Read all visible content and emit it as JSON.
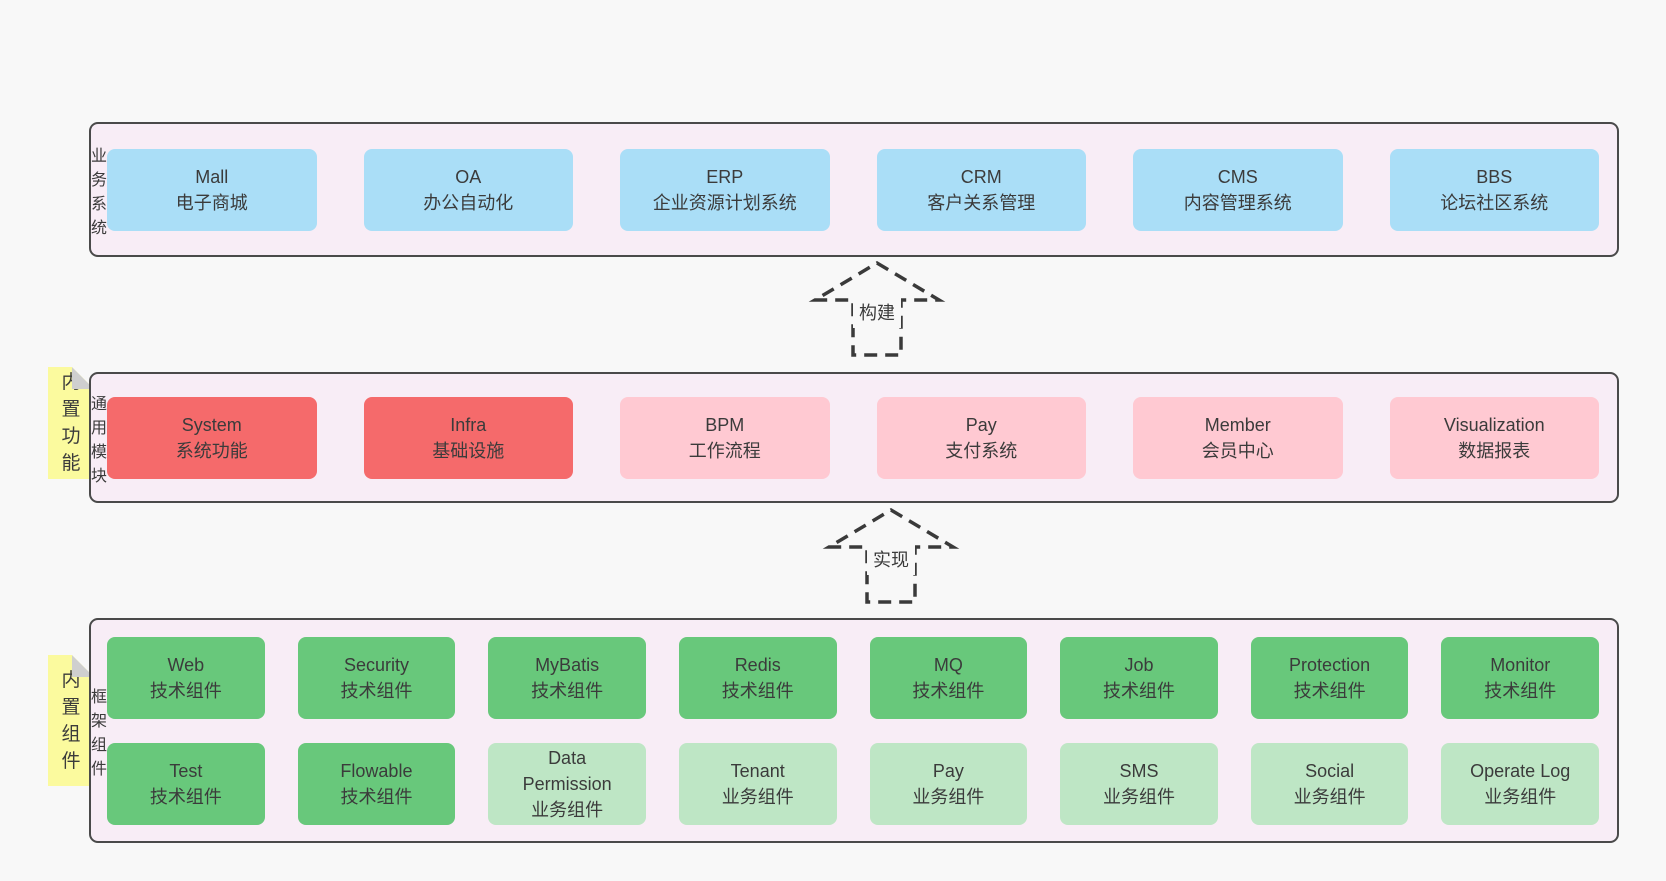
{
  "diagram": {
    "layers": [
      {
        "id": "business-systems",
        "label": "业务系统",
        "sticky": null,
        "gap": "wide",
        "rows": [
          [
            {
              "en": "Mall",
              "zh": "电子商城",
              "variant": "blue"
            },
            {
              "en": "OA",
              "zh": "办公自动化",
              "variant": "blue"
            },
            {
              "en": "ERP",
              "zh": "企业资源计划系统",
              "variant": "blue"
            },
            {
              "en": "CRM",
              "zh": "客户关系管理",
              "variant": "blue"
            },
            {
              "en": "CMS",
              "zh": "内容管理系统",
              "variant": "blue"
            },
            {
              "en": "BBS",
              "zh": "论坛社区系统",
              "variant": "blue"
            }
          ]
        ]
      },
      {
        "id": "common-modules",
        "label": "通用模块",
        "sticky": "内置功能",
        "gap": "wide",
        "rows": [
          [
            {
              "en": "System",
              "zh": "系统功能",
              "variant": "red"
            },
            {
              "en": "Infra",
              "zh": "基础设施",
              "variant": "red"
            },
            {
              "en": "BPM",
              "zh": "工作流程",
              "variant": "pink"
            },
            {
              "en": "Pay",
              "zh": "支付系统",
              "variant": "pink"
            },
            {
              "en": "Member",
              "zh": "会员中心",
              "variant": "pink"
            },
            {
              "en": "Visualization",
              "zh": "数据报表",
              "variant": "pink"
            }
          ]
        ]
      },
      {
        "id": "framework-components",
        "label": "框架组件",
        "sticky": "内置组件",
        "gap": "narrow",
        "rows": [
          [
            {
              "en": "Web",
              "zh": "技术组件",
              "variant": "green"
            },
            {
              "en": "Security",
              "zh": "技术组件",
              "variant": "green"
            },
            {
              "en": "MyBatis",
              "zh": "技术组件",
              "variant": "green"
            },
            {
              "en": "Redis",
              "zh": "技术组件",
              "variant": "green"
            },
            {
              "en": "MQ",
              "zh": "技术组件",
              "variant": "green"
            },
            {
              "en": "Job",
              "zh": "技术组件",
              "variant": "green"
            },
            {
              "en": "Protection",
              "zh": "技术组件",
              "variant": "green"
            },
            {
              "en": "Monitor",
              "zh": "技术组件",
              "variant": "green"
            }
          ],
          [
            {
              "en": "Test",
              "zh": "技术组件",
              "variant": "green"
            },
            {
              "en": "Flowable",
              "zh": "技术组件",
              "variant": "green"
            },
            {
              "en": "Data Permission",
              "zh": "业务组件",
              "variant": "lightgreen"
            },
            {
              "en": "Tenant",
              "zh": "业务组件",
              "variant": "lightgreen"
            },
            {
              "en": "Pay",
              "zh": "业务组件",
              "variant": "lightgreen"
            },
            {
              "en": "SMS",
              "zh": "业务组件",
              "variant": "lightgreen"
            },
            {
              "en": "Social",
              "zh": "业务组件",
              "variant": "lightgreen"
            },
            {
              "en": "Operate Log",
              "zh": "业务组件",
              "variant": "lightgreen"
            }
          ]
        ]
      }
    ],
    "arrows": [
      {
        "label": "构建"
      },
      {
        "label": "实现"
      }
    ]
  },
  "colors": {
    "page_bg": "#f8f8f8",
    "panel_bg": "#f8edf6",
    "panel_border": "#4a4a4a",
    "blue": "#aadef7",
    "red": "#f56a6b",
    "pink": "#ffc9d2",
    "green": "#68c87b",
    "light_green": "#bee6c5",
    "sticky_yellow": "#fbfa9e",
    "sticky_fold": "#cfcfcf",
    "text": "#3b3b3b"
  }
}
